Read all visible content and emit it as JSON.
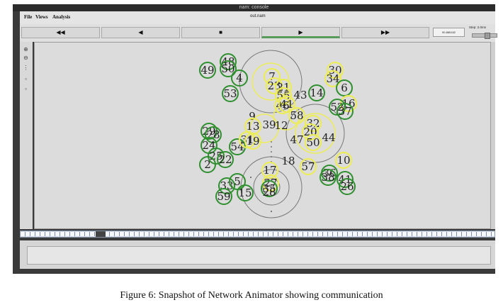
{
  "window": {
    "title": "nam: console"
  },
  "menubar": {
    "items": [
      "File",
      "Views",
      "Analysis"
    ],
    "filename": "out.nam"
  },
  "toolbar": {
    "buttons": [
      "◀◀",
      "◀",
      "■",
      "▶",
      "▶▶"
    ],
    "time": "90.865182",
    "step_label": "Step: 2.0ms"
  },
  "caption": "Figure 6:  Snapshot of Network Animator showing communication",
  "colors": {
    "green": "#2f8f2f",
    "yellow": "#ecec5a",
    "circle_gray": "#777777"
  },
  "nodes": [
    {
      "label": "49",
      "ring": "green"
    },
    {
      "label": "48",
      "ring": "green"
    },
    {
      "label": "50",
      "ring": "green"
    },
    {
      "label": "4",
      "ring": "green"
    },
    {
      "label": "53",
      "ring": "green"
    },
    {
      "label": "7",
      "ring": "yellow"
    },
    {
      "label": "23",
      "ring": "yellow"
    },
    {
      "label": "21",
      "ring": "yellow"
    },
    {
      "label": "55",
      "ring": "yellow"
    },
    {
      "label": "43",
      "ring": "none"
    },
    {
      "label": "14",
      "ring": "green"
    },
    {
      "label": "30",
      "ring": "yellow"
    },
    {
      "label": "34",
      "ring": "yellow"
    },
    {
      "label": "6",
      "ring": "green"
    },
    {
      "label": "16",
      "ring": "yellow"
    },
    {
      "label": "52",
      "ring": "green"
    },
    {
      "label": "37",
      "ring": "green"
    },
    {
      "label": "46",
      "ring": "yellow"
    },
    {
      "label": "41",
      "ring": "yellow"
    },
    {
      "label": "58",
      "ring": "yellow"
    },
    {
      "label": "9",
      "ring": "none"
    },
    {
      "label": "13",
      "ring": "yellow"
    },
    {
      "label": "39",
      "ring": "none"
    },
    {
      "label": "12",
      "ring": "none"
    },
    {
      "label": "32",
      "ring": "yellow"
    },
    {
      "label": "20",
      "ring": "yellow"
    },
    {
      "label": "47",
      "ring": "none"
    },
    {
      "label": "50",
      "ring": "yellow"
    },
    {
      "label": "44",
      "ring": "none"
    },
    {
      "label": "29",
      "ring": "green"
    },
    {
      "label": "28",
      "ring": "green"
    },
    {
      "label": "24",
      "ring": "green"
    },
    {
      "label": "54",
      "ring": "green"
    },
    {
      "label": "31",
      "ring": "yellow"
    },
    {
      "label": "19",
      "ring": "yellow"
    },
    {
      "label": "25",
      "ring": "green"
    },
    {
      "label": "22",
      "ring": "green"
    },
    {
      "label": "2",
      "ring": "green"
    },
    {
      "label": "18",
      "ring": "none"
    },
    {
      "label": "17",
      "ring": "yellow"
    },
    {
      "label": "57",
      "ring": "yellow"
    },
    {
      "label": "10",
      "ring": "yellow"
    },
    {
      "label": "36",
      "ring": "green"
    },
    {
      "label": "38",
      "ring": "green"
    },
    {
      "label": "41",
      "ring": "green"
    },
    {
      "label": "26",
      "ring": "green"
    },
    {
      "label": "33",
      "ring": "green"
    },
    {
      "label": "5",
      "ring": "green"
    },
    {
      "label": "59",
      "ring": "green"
    },
    {
      "label": "15",
      "ring": "green"
    },
    {
      "label": "27",
      "ring": "yellow"
    },
    {
      "label": "35",
      "ring": "green"
    },
    {
      "label": "28",
      "ring": "none"
    }
  ]
}
